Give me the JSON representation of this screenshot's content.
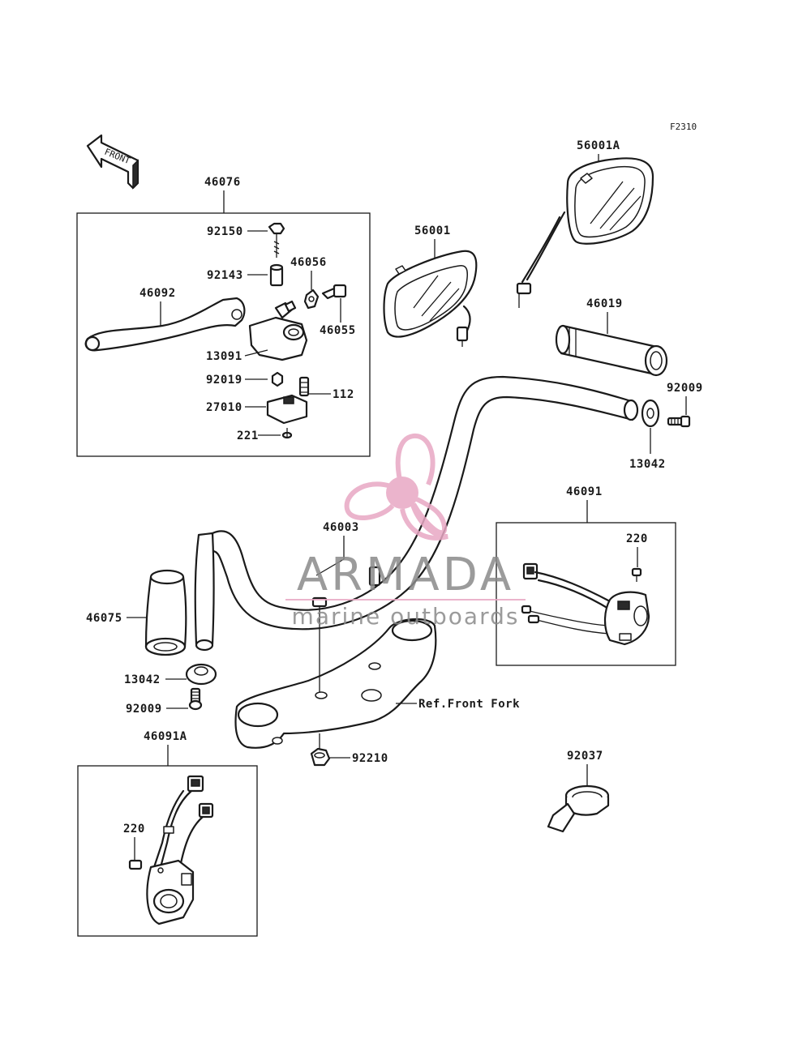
{
  "figure_code": "F2310",
  "front_arrow_text": "FRONT",
  "reference_note": "Ref.Front Fork",
  "watermark": {
    "brand": "ARMADA",
    "tagline": "marine outboards",
    "logo_color": "#e8a8c4",
    "text_color": "#8a8a8a"
  },
  "part_labels": {
    "p46076": "46076",
    "p92150": "92150",
    "p92143": "92143",
    "p46056": "46056",
    "p46092": "46092",
    "p46055": "46055",
    "p13091": "13091",
    "p92019": "92019",
    "p112": "112",
    "p27010": "27010",
    "p221": "221",
    "p56001": "56001",
    "p56001A": "56001A",
    "p46019": "46019",
    "p92009_right": "92009",
    "p13042_right": "13042",
    "p46003": "46003",
    "p46091": "46091",
    "p220_right": "220",
    "p46075": "46075",
    "p13042_left": "13042",
    "p92009_left": "92009",
    "p92210": "92210",
    "p46091A": "46091A",
    "p220_left": "220",
    "p92037": "92037"
  }
}
